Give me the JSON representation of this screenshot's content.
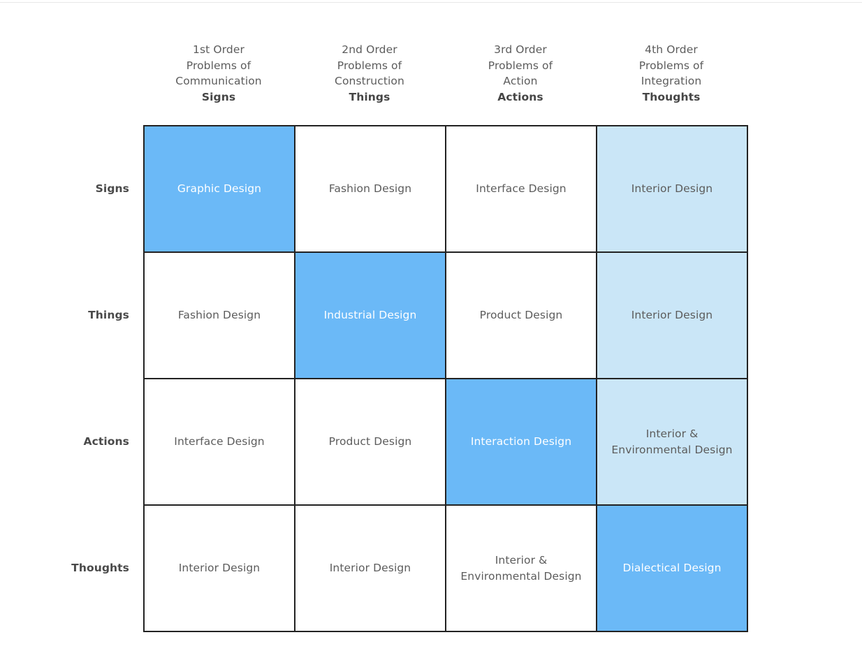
{
  "colors": {
    "diagonal_fill": "#6BB9F7",
    "diagonal_text": "#FFFFFF",
    "column_tint_fill": "#CAE6F7",
    "cell_fill": "#FFFFFF",
    "grid_border": "#222222",
    "body_text": "#5C5C5C",
    "heading_text": "#464646",
    "row_label_text": "#4A4A4A",
    "page_background": "#FFFFFF"
  },
  "chart_data": {
    "type": "table",
    "title": "",
    "description": "Four Orders of Design matrix mapping design disciplines against Signs, Things, Actions and Thoughts.",
    "column_headers": [
      {
        "order": "1st Order",
        "problems_line1": "Problems of",
        "problems_line2": "Communication",
        "key": "Signs"
      },
      {
        "order": "2nd Order",
        "problems_line1": "Problems of",
        "problems_line2": "Construction",
        "key": "Things"
      },
      {
        "order": "3rd Order",
        "problems_line1": "Problems of",
        "problems_line2": "Action",
        "key": "Actions"
      },
      {
        "order": "4th Order",
        "problems_line1": "Problems of",
        "problems_line2": "Integration",
        "key": "Thoughts"
      }
    ],
    "row_headers": [
      "Signs",
      "Things",
      "Actions",
      "Thoughts"
    ],
    "categories": [
      "Signs",
      "Things",
      "Actions",
      "Thoughts"
    ],
    "cells": [
      [
        {
          "label": "Graphic Design",
          "fill": "diagonal"
        },
        {
          "label": "Fashion Design",
          "fill": "plain"
        },
        {
          "label": "Interface Design",
          "fill": "plain"
        },
        {
          "label": "Interior Design",
          "fill": "tint"
        }
      ],
      [
        {
          "label": "Fashion Design",
          "fill": "plain"
        },
        {
          "label": "Industrial Design",
          "fill": "diagonal"
        },
        {
          "label": "Product Design",
          "fill": "plain"
        },
        {
          "label": "Interior Design",
          "fill": "tint"
        }
      ],
      [
        {
          "label": "Interface Design",
          "fill": "plain"
        },
        {
          "label": "Product Design",
          "fill": "plain"
        },
        {
          "label": "Interaction Design",
          "fill": "diagonal"
        },
        {
          "label": "Interior & Environmental Design",
          "fill": "tint"
        }
      ],
      [
        {
          "label": "Interior Design",
          "fill": "plain"
        },
        {
          "label": "Interior Design",
          "fill": "plain"
        },
        {
          "label": "Interior & Environmental Design",
          "fill": "plain"
        },
        {
          "label": "Dialectical Design",
          "fill": "diagonal"
        }
      ]
    ]
  }
}
